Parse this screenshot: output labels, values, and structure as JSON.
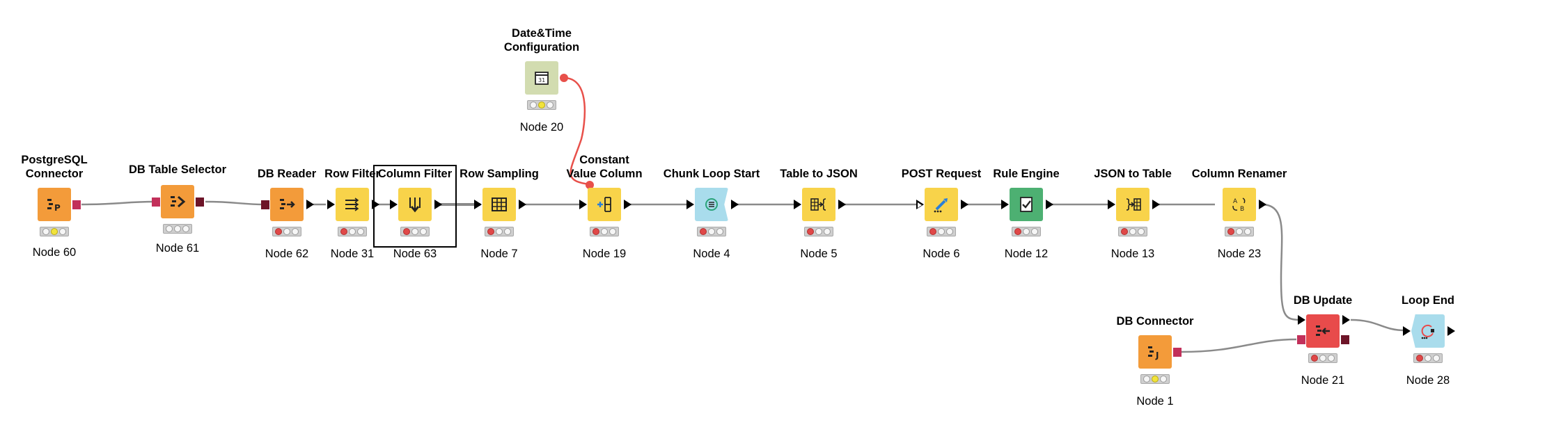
{
  "workflow": {
    "nodes": [
      {
        "id": "postgresql-connector",
        "title": "PostgreSQL\nConnector",
        "label": "Node 60",
        "color": "orange",
        "icon": "db-p-icon",
        "status": [
          "off",
          "yellow",
          "off"
        ]
      },
      {
        "id": "db-table-selector",
        "title": "DB Table Selector",
        "label": "Node 61",
        "color": "orange",
        "icon": "db-selector-icon",
        "status": [
          "off",
          "off",
          "off"
        ]
      },
      {
        "id": "db-reader",
        "title": "DB Reader",
        "label": "Node 62",
        "color": "orange",
        "icon": "db-reader-icon",
        "status": [
          "red",
          "off",
          "off"
        ]
      },
      {
        "id": "row-filter",
        "title": "Row Filter",
        "label": "Node 31",
        "color": "yellow",
        "icon": "row-filter-icon",
        "status": [
          "red",
          "off",
          "off"
        ]
      },
      {
        "id": "column-filter",
        "title": "Column Filter",
        "label": "Node 63",
        "color": "yellow",
        "icon": "column-filter-icon",
        "status": [
          "red",
          "off",
          "off"
        ]
      },
      {
        "id": "row-sampling",
        "title": "Row Sampling",
        "label": "Node 7",
        "color": "yellow",
        "icon": "row-sampling-icon",
        "status": [
          "red",
          "off",
          "off"
        ]
      },
      {
        "id": "date-time-configuration",
        "title": "Date&Time\nConfiguration",
        "label": "Node 20",
        "color": "khaki",
        "icon": "calendar-icon",
        "status": [
          "off",
          "yellow",
          "off"
        ]
      },
      {
        "id": "constant-value-column",
        "title": "Constant\nValue Column",
        "label": "Node 19",
        "color": "yellow",
        "icon": "constant-column-icon",
        "status": [
          "red",
          "off",
          "off"
        ]
      },
      {
        "id": "chunk-loop-start",
        "title": "Chunk Loop Start",
        "label": "Node 4",
        "color": "blue",
        "icon": "loop-start-icon",
        "status": [
          "red",
          "off",
          "off"
        ]
      },
      {
        "id": "table-to-json",
        "title": "Table to JSON",
        "label": "Node 5",
        "color": "yellow",
        "icon": "table-json-icon",
        "status": [
          "red",
          "off",
          "off"
        ]
      },
      {
        "id": "post-request",
        "title": "POST Request",
        "label": "Node 6",
        "color": "yellow",
        "icon": "post-request-icon",
        "status": [
          "red",
          "off",
          "off"
        ]
      },
      {
        "id": "rule-engine",
        "title": "Rule Engine",
        "label": "Node 12",
        "color": "green",
        "icon": "rule-engine-icon",
        "status": [
          "red",
          "off",
          "off"
        ]
      },
      {
        "id": "json-to-table",
        "title": "JSON to Table",
        "label": "Node 13",
        "color": "yellow",
        "icon": "json-table-icon",
        "status": [
          "red",
          "off",
          "off"
        ]
      },
      {
        "id": "column-renamer",
        "title": "Column Renamer",
        "label": "Node 23",
        "color": "yellow",
        "icon": "column-renamer-icon",
        "status": [
          "red",
          "off",
          "off"
        ]
      },
      {
        "id": "db-connector",
        "title": "DB Connector",
        "label": "Node 1",
        "color": "orange",
        "icon": "db-j-icon",
        "status": [
          "off",
          "yellow",
          "off"
        ]
      },
      {
        "id": "db-update",
        "title": "DB Update",
        "label": "Node 21",
        "color": "red",
        "icon": "db-update-icon",
        "status": [
          "red",
          "off",
          "off"
        ]
      },
      {
        "id": "loop-end",
        "title": "Loop End",
        "label": "Node 28",
        "color": "blue",
        "icon": "loop-end-icon",
        "status": [
          "red",
          "off",
          "off"
        ]
      }
    ],
    "selected_node": "column-filter"
  },
  "colors": {
    "orange": "#f39b3a",
    "yellow": "#f8d34a",
    "blue": "#a9dcec",
    "green": "#4db072",
    "red": "#e84b4b",
    "khaki": "#d2dcb0",
    "db_port": "#c2305a",
    "db_port_dark": "#6d1428",
    "flow_variable": "#e8504a",
    "wire": "#8a8a8a"
  }
}
